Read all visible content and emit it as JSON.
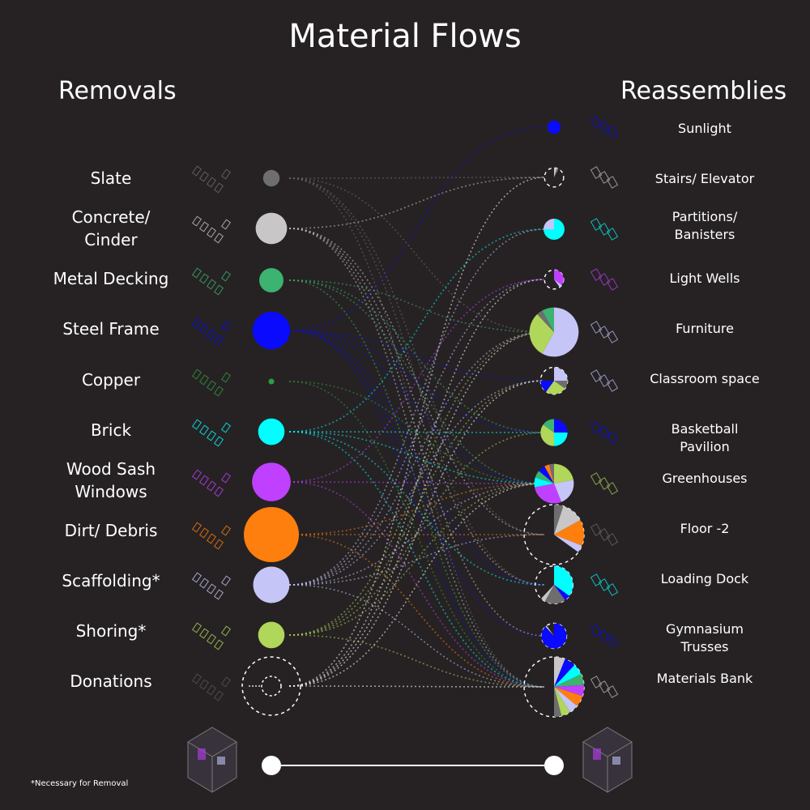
{
  "title": "Material Flows",
  "left_heading": "Removals",
  "right_heading": "Reassemblies",
  "footnote": "*Necessary for Removal",
  "removals": [
    {
      "id": "slate",
      "label": "Slate",
      "color": "#6e6e6e",
      "size": 0.3
    },
    {
      "id": "concrete",
      "label": "Concrete/\nCinder",
      "color": "#c8c6c6",
      "size": 0.57
    },
    {
      "id": "metal",
      "label": "Metal Decking",
      "color": "#3cb371",
      "size": 0.44
    },
    {
      "id": "steel",
      "label": "Steel Frame",
      "color": "#0a0aff",
      "size": 0.68
    },
    {
      "id": "copper",
      "label": "Copper",
      "color": "#2e9e3e",
      "size": 0.07
    },
    {
      "id": "brick",
      "label": "Brick",
      "color": "#00ffff",
      "size": 0.48
    },
    {
      "id": "wood",
      "label": "Wood Sash\nWindows",
      "color": "#bf40ff",
      "size": 0.7
    },
    {
      "id": "dirt",
      "label": "Dirt/ Debris",
      "color": "#ff7f0e",
      "size": 1.0
    },
    {
      "id": "scaffold",
      "label": "Scaffolding*",
      "color": "#c5c5f7",
      "size": 0.66
    },
    {
      "id": "shoring",
      "label": "Shoring*",
      "color": "#b0d65a",
      "size": 0.48
    },
    {
      "id": "donations",
      "label": "Donations",
      "color": "#ffffff",
      "size": 0.36
    }
  ],
  "reassemblies": [
    {
      "id": "sunlight",
      "label": "Sunlight",
      "size": 0.22,
      "slices": [
        {
          "color": "#0a0aff",
          "value": 1
        }
      ]
    },
    {
      "id": "stairs",
      "label": "Stairs/ Elevator",
      "size": 0.32,
      "slices": [
        {
          "color": "#c8c6c6",
          "value": 0.05
        },
        {
          "color": "#6e6e6e",
          "value": 0.03
        }
      ]
    },
    {
      "id": "partitions",
      "label": "Partitions/\nBanisters",
      "size": 0.35,
      "slices": [
        {
          "color": "#00ffff",
          "value": 0.75
        },
        {
          "color": "#c5c5f7",
          "value": 0.25
        }
      ]
    },
    {
      "id": "lightwells",
      "label": "Light Wells",
      "size": 0.32,
      "slices": [
        {
          "color": "#bf40ff",
          "value": 0.35
        },
        {
          "color": "#c5c5f7",
          "value": 0.05
        }
      ]
    },
    {
      "id": "furniture",
      "label": "Furniture",
      "size": 0.82,
      "slices": [
        {
          "color": "#c5c5f7",
          "value": 0.58
        },
        {
          "color": "#b0d65a",
          "value": 0.3
        },
        {
          "color": "#6e6e6e",
          "value": 0.04
        },
        {
          "color": "#3cb371",
          "value": 0.08
        }
      ]
    },
    {
      "id": "classroom",
      "label": "Classroom space",
      "size": 0.45,
      "slices": [
        {
          "color": "#c5c5f7",
          "value": 0.25
        },
        {
          "color": "#6e6e6e",
          "value": 0.1
        },
        {
          "color": "#b0d65a",
          "value": 0.25
        },
        {
          "color": "#0a0aff",
          "value": 0.15
        }
      ]
    },
    {
      "id": "basketball",
      "label": "Basketball\nPavilion",
      "size": 0.45,
      "slices": [
        {
          "color": "#0a0aff",
          "value": 0.25
        },
        {
          "color": "#00ffff",
          "value": 0.25
        },
        {
          "color": "#b0d65a",
          "value": 0.35
        },
        {
          "color": "#3cb371",
          "value": 0.15
        }
      ]
    },
    {
      "id": "greenhouses",
      "label": "Greenhouses",
      "size": 0.66,
      "slices": [
        {
          "color": "#b0d65a",
          "value": 0.22
        },
        {
          "color": "#c5c5f7",
          "value": 0.22
        },
        {
          "color": "#bf40ff",
          "value": 0.28
        },
        {
          "color": "#00ffff",
          "value": 0.08
        },
        {
          "color": "#3cb371",
          "value": 0.06
        },
        {
          "color": "#0a0aff",
          "value": 0.06
        },
        {
          "color": "#ff7f0e",
          "value": 0.04
        },
        {
          "color": "#6e6e6e",
          "value": 0.04
        }
      ]
    },
    {
      "id": "floor2",
      "label": "Floor -2",
      "size": 1.0,
      "slices": [
        {
          "color": "#6e6e6e",
          "value": 0.05
        },
        {
          "color": "#c8c6c6",
          "value": 0.12
        },
        {
          "color": "#ff7f0e",
          "value": 0.14
        },
        {
          "color": "#c5c5f7",
          "value": 0.04
        }
      ]
    },
    {
      "id": "loading",
      "label": "Loading Dock",
      "size": 0.63,
      "slices": [
        {
          "color": "#00ffff",
          "value": 0.35
        },
        {
          "color": "#0a0aff",
          "value": 0.05
        },
        {
          "color": "#6e6e6e",
          "value": 0.18
        },
        {
          "color": "#c8c6c6",
          "value": 0.04
        }
      ]
    },
    {
      "id": "gym",
      "label": "Gymnasium\nTrusses",
      "size": 0.42,
      "slices": [
        {
          "color": "#0a0aff",
          "value": 0.88
        },
        {
          "color": "#c8c6c6",
          "value": 0.02
        }
      ]
    },
    {
      "id": "bank",
      "label": "Materials Bank",
      "size": 1.0,
      "slices": [
        {
          "color": "#c8c6c6",
          "value": 0.06
        },
        {
          "color": "#0a0aff",
          "value": 0.06
        },
        {
          "color": "#00ffff",
          "value": 0.06
        },
        {
          "color": "#3cb371",
          "value": 0.06
        },
        {
          "color": "#bf40ff",
          "value": 0.06
        },
        {
          "color": "#ff7f0e",
          "value": 0.06
        },
        {
          "color": "#c5c5f7",
          "value": 0.05
        },
        {
          "color": "#b0d65a",
          "value": 0.05
        },
        {
          "color": "#6e6e6e",
          "value": 0.04
        }
      ]
    }
  ],
  "flows": [
    [
      "slate",
      "stairs"
    ],
    [
      "slate",
      "floor2"
    ],
    [
      "slate",
      "bank"
    ],
    [
      "slate",
      "loading"
    ],
    [
      "slate",
      "furniture"
    ],
    [
      "concrete",
      "stairs"
    ],
    [
      "concrete",
      "floor2"
    ],
    [
      "concrete",
      "bank"
    ],
    [
      "concrete",
      "gym"
    ],
    [
      "concrete",
      "loading"
    ],
    [
      "metal",
      "basketball"
    ],
    [
      "metal",
      "bank"
    ],
    [
      "metal",
      "furniture"
    ],
    [
      "metal",
      "greenhouses"
    ],
    [
      "steel",
      "sunlight"
    ],
    [
      "steel",
      "classroom"
    ],
    [
      "steel",
      "basketball"
    ],
    [
      "steel",
      "gym"
    ],
    [
      "steel",
      "loading"
    ],
    [
      "steel",
      "bank"
    ],
    [
      "steel",
      "greenhouses"
    ],
    [
      "copper",
      "greenhouses"
    ],
    [
      "copper",
      "bank"
    ],
    [
      "brick",
      "partitions"
    ],
    [
      "brick",
      "basketball"
    ],
    [
      "brick",
      "loading"
    ],
    [
      "brick",
      "greenhouses"
    ],
    [
      "brick",
      "bank"
    ],
    [
      "wood",
      "lightwells"
    ],
    [
      "wood",
      "greenhouses"
    ],
    [
      "wood",
      "bank"
    ],
    [
      "dirt",
      "floor2"
    ],
    [
      "dirt",
      "greenhouses"
    ],
    [
      "dirt",
      "bank"
    ],
    [
      "scaffold",
      "furniture"
    ],
    [
      "scaffold",
      "classroom"
    ],
    [
      "scaffold",
      "partitions"
    ],
    [
      "scaffold",
      "lightwells"
    ],
    [
      "scaffold",
      "floor2"
    ],
    [
      "scaffold",
      "bank"
    ],
    [
      "scaffold",
      "greenhouses"
    ],
    [
      "shoring",
      "furniture"
    ],
    [
      "shoring",
      "classroom"
    ],
    [
      "shoring",
      "basketball"
    ],
    [
      "shoring",
      "greenhouses"
    ],
    [
      "shoring",
      "bank"
    ],
    [
      "donations",
      "furniture"
    ],
    [
      "donations",
      "classroom"
    ],
    [
      "donations",
      "greenhouses"
    ],
    [
      "donations",
      "stairs"
    ],
    [
      "donations",
      "bank"
    ],
    [
      "donations",
      "lightwells"
    ]
  ]
}
